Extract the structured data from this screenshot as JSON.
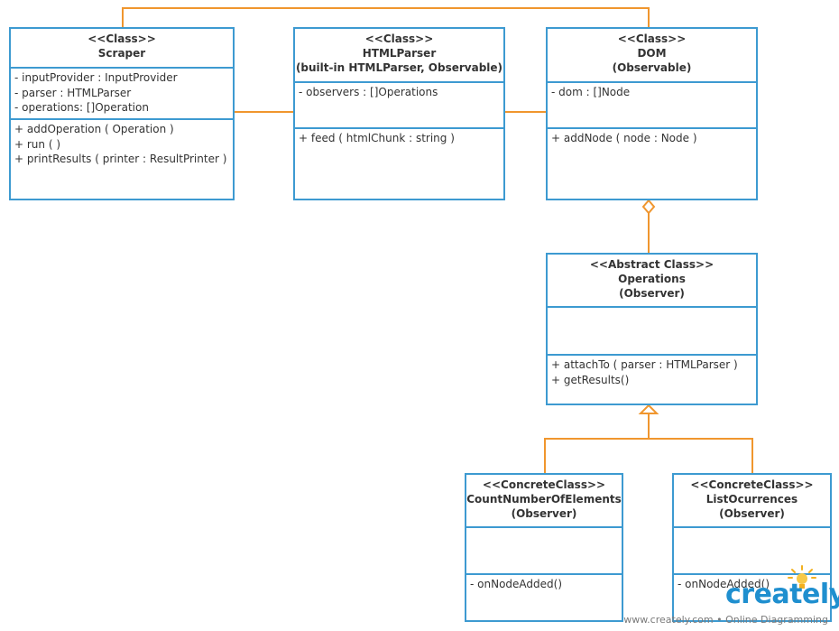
{
  "diagram": {
    "classes": [
      {
        "id": "scraper",
        "stereotype": "<<Class>>",
        "name": "Scraper",
        "subtitle": "",
        "attributes": [
          "- inputProvider : InputProvider",
          "- parser : HTMLParser",
          "- operations: []Operation"
        ],
        "methods": [
          "+ addOperation ( Operation )",
          "+ run ( )",
          "+ printResults ( printer : ResultPrinter )"
        ]
      },
      {
        "id": "htmlparser",
        "stereotype": "<<Class>>",
        "name": "HTMLParser",
        "subtitle": "(built-in HTMLParser, Observable)",
        "attributes": [
          "- observers : []Operations"
        ],
        "methods": [
          "+ feed ( htmlChunk : string )"
        ]
      },
      {
        "id": "dom",
        "stereotype": "<<Class>>",
        "name": "DOM",
        "subtitle": "(Observable)",
        "attributes": [
          "- dom : []Node"
        ],
        "methods": [
          "+ addNode ( node : Node )"
        ]
      },
      {
        "id": "operations",
        "stereotype": "<<Abstract Class>>",
        "name": "Operations",
        "subtitle": "(Observer)",
        "attributes": [],
        "methods": [
          "+ attachTo ( parser : HTMLParser )",
          "+ getResults()"
        ]
      },
      {
        "id": "count",
        "stereotype": "<<ConcreteClass>>",
        "name": "CountNumberOfElements",
        "subtitle": "(Observer)",
        "attributes": [],
        "methods": [
          "- onNodeAdded()"
        ]
      },
      {
        "id": "listocc",
        "stereotype": "<<ConcreteClass>>",
        "name": "ListOcurrences",
        "subtitle": "(Observer)",
        "attributes": [],
        "methods": [
          "- onNodeAdded()"
        ]
      }
    ],
    "relations": [
      {
        "from": "scraper",
        "to": "dom",
        "kind": "association"
      },
      {
        "from": "scraper",
        "to": "htmlparser",
        "kind": "association"
      },
      {
        "from": "htmlparser",
        "to": "dom",
        "kind": "association"
      },
      {
        "from": "dom",
        "to": "operations",
        "kind": "aggregation"
      },
      {
        "from": "count",
        "to": "operations",
        "kind": "generalization"
      },
      {
        "from": "listocc",
        "to": "operations",
        "kind": "generalization"
      }
    ],
    "colors": {
      "border": "#3d9ad1",
      "connector": "#f0962e",
      "logo": "#1f8fcf"
    }
  },
  "branding": {
    "logo_text": "creately",
    "watermark": "www.creately.com • Online Diagramming"
  }
}
